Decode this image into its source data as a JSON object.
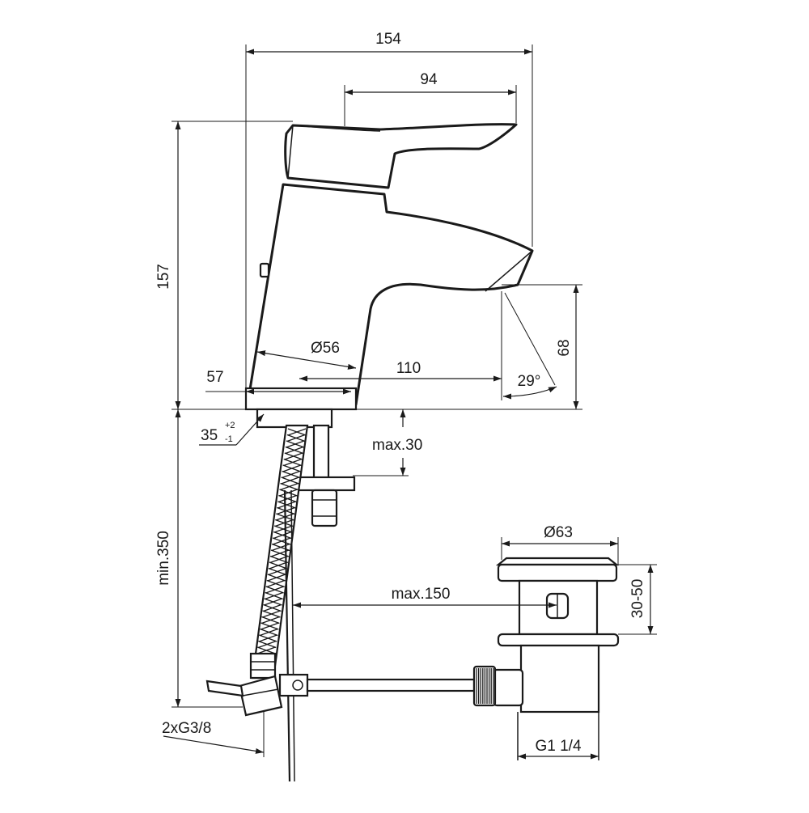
{
  "dimensions": {
    "overall_width": "154",
    "lever_length": "94",
    "overall_height": "157",
    "body_diameter": "Ø56",
    "base_offset": "57",
    "spout_reach": "110",
    "spout_height": "68",
    "spout_angle": "29°",
    "hole_diameter_main": "35",
    "hole_tol_plus": "+2",
    "hole_tol_minus": "-1",
    "max_deck_thickness": "max.30",
    "min_hose_length": "min.350",
    "max_rod_distance": "max.150",
    "waste_diameter": "Ø63",
    "waste_height_range": "30-50",
    "connection_thread": "2xG3/8",
    "waste_thread": "G1 1/4"
  }
}
